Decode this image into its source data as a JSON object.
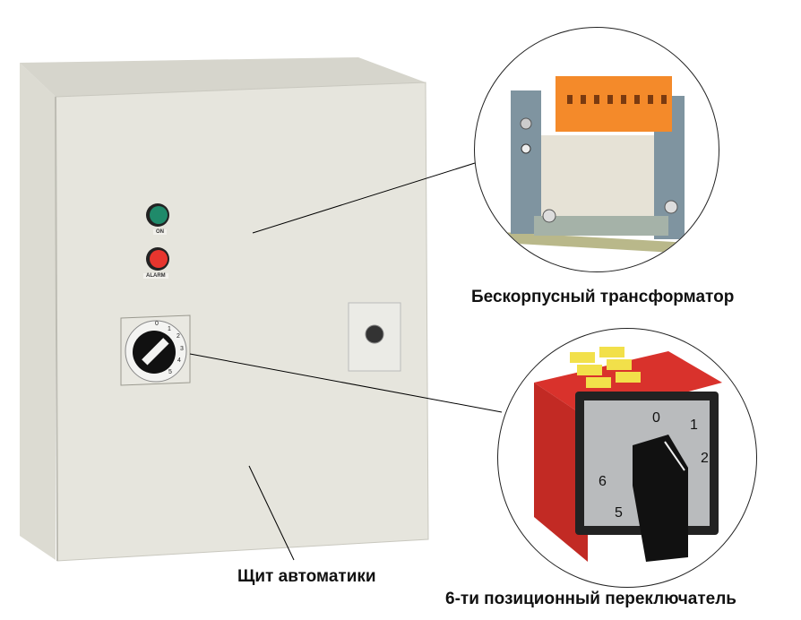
{
  "diagram": {
    "title": "",
    "components": [
      {
        "id": "cabinet",
        "label": "Щит автоматики"
      },
      {
        "id": "transformer",
        "label": "Бескорпусный трансформатор"
      },
      {
        "id": "selector_switch",
        "label": "6-ти позиционный переключатель"
      }
    ],
    "cabinet": {
      "indicators": [
        {
          "label": "ON",
          "color": "#1f8a6a"
        },
        {
          "label": "ALARM",
          "color": "#e8352e"
        }
      ],
      "dial_positions": [
        "0",
        "1",
        "2",
        "3",
        "4",
        "5"
      ]
    },
    "selector_switch": {
      "positions": [
        "0",
        "1",
        "2",
        "6",
        "5"
      ]
    },
    "connectors": [
      {
        "from": "transformer",
        "to": "cabinet"
      },
      {
        "from": "selector_switch",
        "to": "cabinet-dial"
      },
      {
        "from": "cabinet-label",
        "to": "cabinet"
      }
    ]
  }
}
